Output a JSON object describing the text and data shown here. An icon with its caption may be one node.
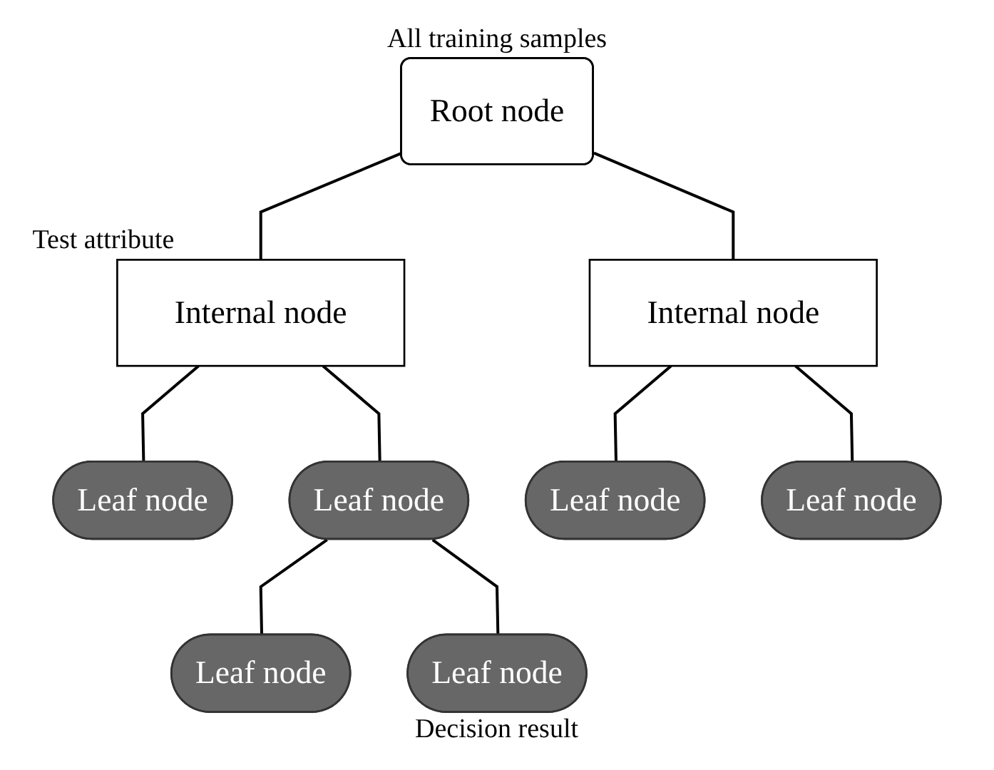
{
  "diagram": {
    "nodes": [
      {
        "text": [
          "Root node"
        ],
        "beside": [
          "All training samples"
        ]
      },
      {
        "text": [
          "Internal node"
        ],
        "beside": [
          "Test attribute"
        ]
      },
      {
        "text": [
          "Internal node"
        ]
      },
      {
        "text": [
          "Leaf node"
        ]
      },
      {
        "text": [
          "Leaf node"
        ]
      },
      {
        "text": [
          "Leaf node"
        ]
      },
      {
        "text": [
          "Leaf node"
        ]
      },
      {
        "text": [
          "Leaf node"
        ]
      },
      {
        "text": [
          "Leaf node"
        ],
        "beside": [
          "Decision result"
        ]
      }
    ],
    "edges": [
      {
        "from": 0,
        "to": 1,
        "arrow": "none"
      },
      {
        "from": 0,
        "to": 2,
        "arrow": "none"
      },
      {
        "from": 1,
        "to": 3,
        "arrow": "none"
      },
      {
        "from": 1,
        "to": 4,
        "arrow": "none"
      },
      {
        "from": 2,
        "to": 5,
        "arrow": "none"
      },
      {
        "from": 2,
        "to": 6,
        "arrow": "none"
      },
      {
        "from": 4,
        "to": 7,
        "arrow": "none"
      },
      {
        "from": 4,
        "to": 8,
        "arrow": "none"
      }
    ]
  }
}
